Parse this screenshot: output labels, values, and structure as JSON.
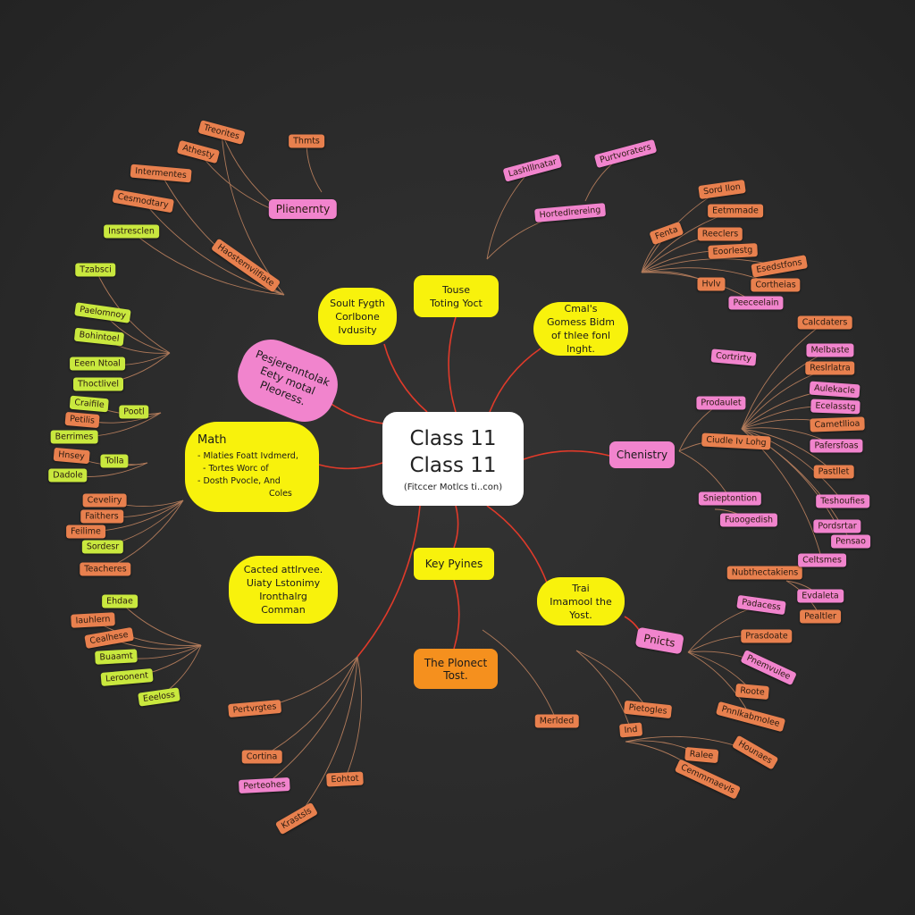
{
  "center": {
    "line1": "Class 11",
    "line2": "Class 11",
    "subtitle": "(Fitccer Motlcs ti..con)"
  },
  "branches": {
    "top": "Touse Toting Yoct",
    "top_left": "Soult Fygth Corlbone Ivdusity",
    "pink_left": "Pesjerenntolak Eety motal Pleoress.",
    "top_right": "Cmal's Gomess Bidm of thlee fonl lnght.",
    "math_title": "Math",
    "math_items": [
      "- Mlaties Foatt Ivdmerd,",
      "- Tortes Worc of",
      "- Dosth Pvocle, And",
      "Coles"
    ],
    "chemistry": "Chenistry",
    "key": "Key Pyines",
    "project": "The Plonect Tost.",
    "bottom_right": "Trai Imamool the Yost.",
    "bottom_left": "Cacted attlrvee. Uiaty Lstonimy Ironthalrg Comman"
  },
  "leaves": [
    "Treorites",
    "Thmts",
    "Athesty",
    "Intermentes",
    "Plienernty",
    "Cesmodtary",
    "Instresclen",
    "Haostemvilfiate",
    "Tzabsci",
    "Paelomnoy",
    "Bohintoel",
    "Eeen Ntoal",
    "Thoctlivel",
    "Craifile",
    "Pootl",
    "Petilis",
    "Berrimes",
    "Hnsey",
    "Tolla",
    "Dadole",
    "Ceveliry",
    "Faithers",
    "Feilime",
    "Sordesr",
    "Teacheres",
    "Ehdae",
    "Iauhlern",
    "Cealhese",
    "Buaamt",
    "Leroonent",
    "Eeeloss",
    "Pertvrgtes",
    "Cortina",
    "Perteohes",
    "Eohtot",
    "Krastsls",
    "Merlded",
    "Pietogles",
    "Ind",
    "Ralee",
    "Hounaes",
    "Cemmmaevls",
    "Pnicts",
    "Padacess",
    "Prasdoate",
    "Pnemvulee",
    "Roote",
    "Pnnlkabmolee",
    "Nubthectakiens",
    "Evdaleta",
    "Pealtler",
    "Calcdaters",
    "Melbaste",
    "Reslrlatra",
    "Aulekacle",
    "Ecelasstg",
    "Cametllioa",
    "Pafersfoas",
    "Pastllet",
    "Teshoufies",
    "Pordsrtar",
    "Pensao",
    "Celtsmes",
    "Prodaulet",
    "Cortrirty",
    "Ciudle Iv Lohg",
    "Snieptontion",
    "Fuoogedish",
    "Sord Ilon",
    "Eetmmade",
    "Fenta",
    "Reeclers",
    "Eoorlestg",
    "Esedstfons",
    "Hvlv",
    "Cortheias",
    "Peeceelain",
    "Lashlllnatar",
    "Purtvoraters",
    "Hortedlrereing"
  ],
  "colors": {
    "background": "#2b2b2b",
    "yellow": "#f8f20c",
    "pink": "#f184cd",
    "orange": "#e8804e",
    "lime": "#c9e83e",
    "project": "#f5901e",
    "link_main": "#e03a2a",
    "link_leaf": "#b07a5a"
  }
}
